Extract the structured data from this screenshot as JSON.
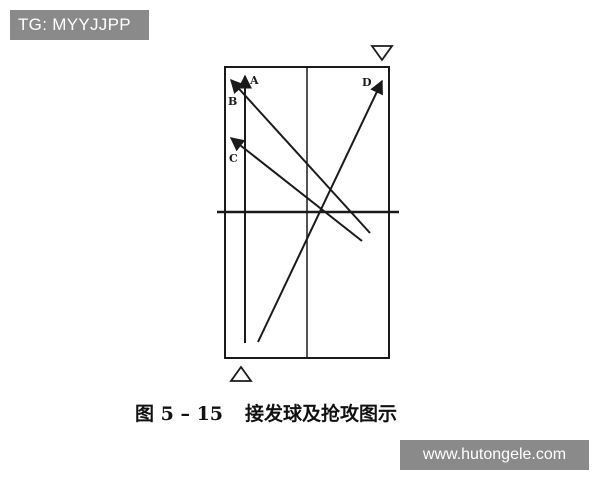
{
  "top_label": "TG: MYYJJPP",
  "diagram": {
    "point_labels": {
      "a": "A",
      "b": "B",
      "c": "C",
      "d": "D"
    },
    "caption_number": "图 5 – 15",
    "caption_title": "接发球及抢攻图示"
  },
  "watermark": "www.hutongele.com",
  "colors": {
    "line": "#1a1a1a",
    "label_bg": "#8a8a8a",
    "label_text": "#ffffff"
  }
}
